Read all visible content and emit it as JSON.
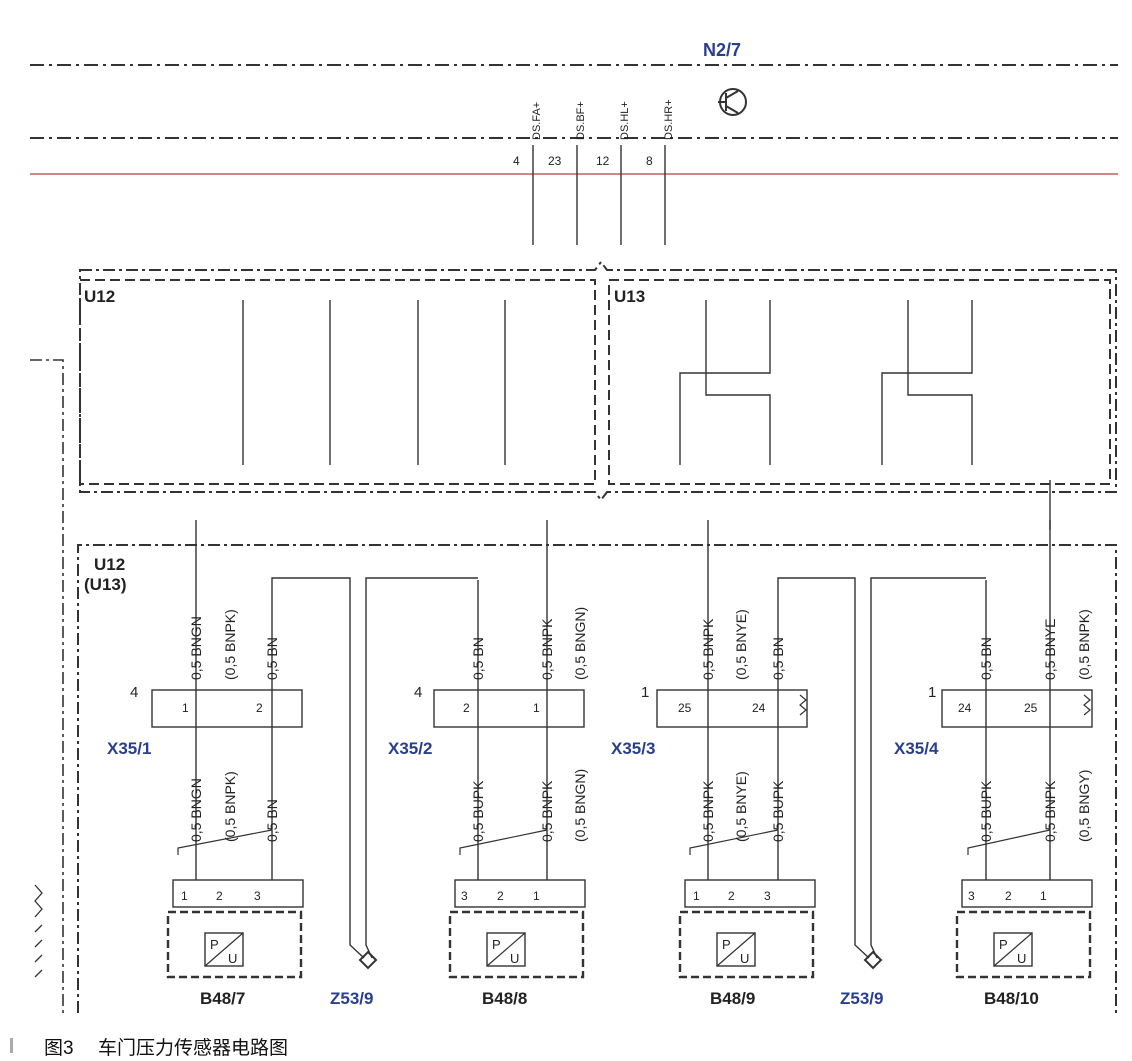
{
  "module": {
    "name": "N2/7",
    "signals": [
      "DS.FA+",
      "DS.BF+",
      "DS.HL+",
      "DS.HR+"
    ],
    "pins": [
      "4",
      "23",
      "12",
      "8"
    ]
  },
  "boxes": {
    "u12": "U12",
    "u13": "U13",
    "lower_line1": "U12",
    "lower_line2": "(U13)"
  },
  "connectors": [
    {
      "name": "X35/1",
      "count": "4",
      "pins": [
        "1",
        "2"
      ]
    },
    {
      "name": "X35/2",
      "count": "4",
      "pins": [
        "2",
        "1"
      ]
    },
    {
      "name": "X35/3",
      "count": "1",
      "pins": [
        "25",
        "24"
      ]
    },
    {
      "name": "X35/4",
      "count": "1",
      "pins": [
        "24",
        "25"
      ]
    }
  ],
  "wires_upper": [
    {
      "label": "0,5 BNGN",
      "alt": "(0,5 BNPK)"
    },
    {
      "label": "0,5 BN",
      "alt": ""
    },
    {
      "label": "0,5 BN",
      "alt": ""
    },
    {
      "label": "0,5 BNPK",
      "alt": "(0,5 BNGN)"
    },
    {
      "label": "0,5 BNPK",
      "alt": "(0,5 BNYE)"
    },
    {
      "label": "0,5 BN",
      "alt": ""
    },
    {
      "label": "0,5 BN",
      "alt": ""
    },
    {
      "label": "0,5 BNYE",
      "alt": "(0,5 BNPK)"
    }
  ],
  "wires_lower": [
    {
      "label": "0,5 BNGN",
      "alt": "(0,5 BNPK)"
    },
    {
      "label": "0,5 BN",
      "alt": ""
    },
    {
      "label": "0,5 BUPK",
      "alt": ""
    },
    {
      "label": "0,5 BNPK",
      "alt": "(0,5 BNGN)"
    },
    {
      "label": "0,5 BNPK",
      "alt": "(0,5 BNYE)"
    },
    {
      "label": "0,5 BUPK",
      "alt": ""
    },
    {
      "label": "0,5 BUPK",
      "alt": ""
    },
    {
      "label": "0,5 BNPK",
      "alt": "(0,5 BNGY)"
    }
  ],
  "sensors": [
    {
      "name": "B48/7",
      "pins": [
        "1",
        "2",
        "3"
      ],
      "symbol_top": "P",
      "symbol_bottom": "U"
    },
    {
      "name": "B48/8",
      "pins": [
        "3",
        "2",
        "1"
      ],
      "symbol_top": "P",
      "symbol_bottom": "U"
    },
    {
      "name": "B48/9",
      "pins": [
        "1",
        "2",
        "3"
      ],
      "symbol_top": "P",
      "symbol_bottom": "U"
    },
    {
      "name": "B48/10",
      "pins": [
        "3",
        "2",
        "1"
      ],
      "symbol_top": "P",
      "symbol_bottom": "U"
    }
  ],
  "shields": [
    "Z53/9",
    "Z53/9"
  ],
  "caption": {
    "number": "图3",
    "title": "车门压力传感器电路图"
  }
}
